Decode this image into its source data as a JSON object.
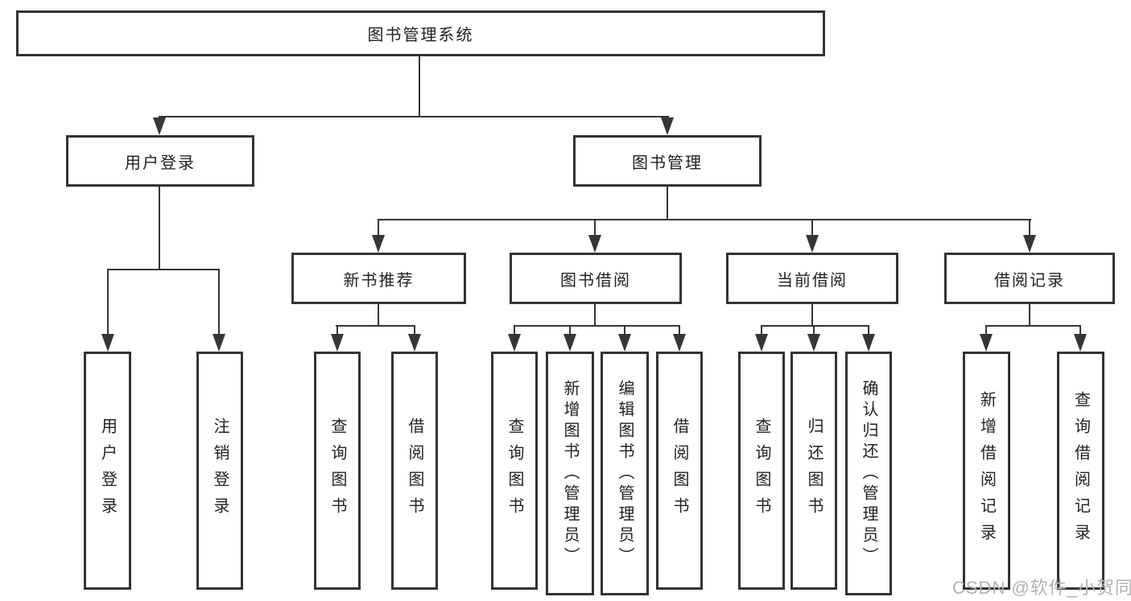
{
  "tree": {
    "root": {
      "label": "图书管理系统"
    },
    "branches": [
      {
        "label": "用户登录",
        "leaves": [
          "用户登录",
          "注销登录"
        ]
      },
      {
        "label": "图书管理",
        "groups": [
          {
            "label": "新书推荐",
            "leaves": [
              "查询图书",
              "借阅图书"
            ]
          },
          {
            "label": "图书借阅",
            "leaves": [
              "查询图书",
              "新增图书（管理员）",
              "编辑图书（管理员）",
              "借阅图书"
            ]
          },
          {
            "label": "当前借阅",
            "leaves": [
              "查询图书",
              "归还图书",
              "确认归还（管理员）"
            ]
          },
          {
            "label": "借阅记录",
            "leaves": [
              "新增借阅记录",
              "查询借阅记录"
            ]
          }
        ]
      }
    ]
  },
  "watermark": {
    "text": "CSDN @软件_小贺同学",
    "color": "#b2b2b2"
  },
  "colors": {
    "line": "#363636",
    "border": "#333333",
    "text": "#222222",
    "background": "#ffffff"
  }
}
